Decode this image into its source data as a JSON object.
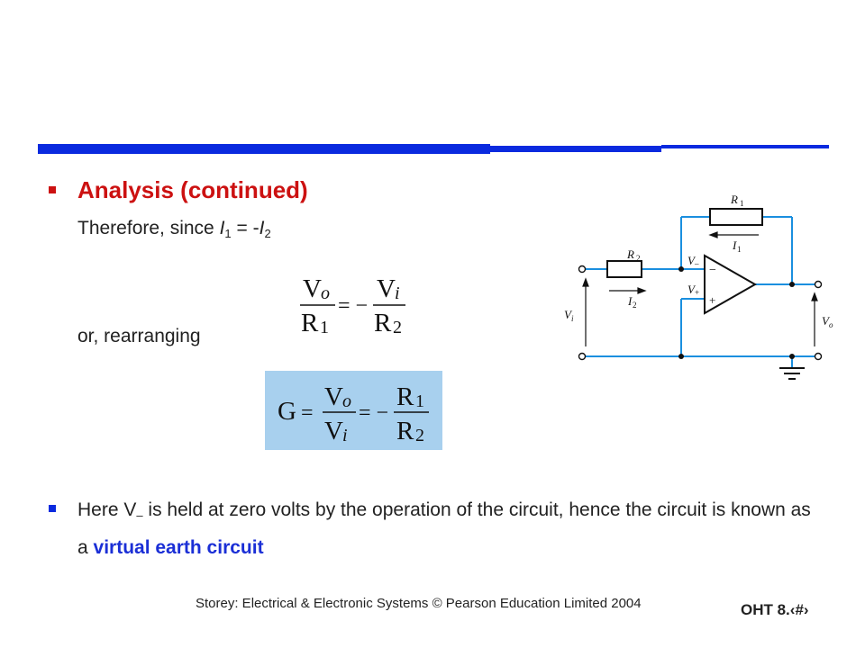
{
  "colors": {
    "accent_blue": "#0a2adf",
    "heading_red": "#cc1111",
    "emphasis_blue": "#1b2fd6",
    "box_fill": "#a8d0ee",
    "wire": "#1a8fdf"
  },
  "slide": {
    "heading": "Analysis (continued)",
    "line1": {
      "text": "Therefore, since ",
      "i1": "I",
      "s1": "1",
      "mid": " = -",
      "i2": "I",
      "s2": "2"
    },
    "line2": "or, rearranging",
    "eq1": {
      "vo_V": "V",
      "vo_o": "o",
      "r1_R": "R",
      "r1_1": "1",
      "eq": "= −",
      "vi_V": "V",
      "vi_i": "i",
      "r2_R": "R",
      "r2_2": "2"
    },
    "eq2": {
      "G": "G",
      "eq1": "=",
      "vo_V": "V",
      "vo_o": "o",
      "vi_V": "V",
      "vi_i": "i",
      "eq2": "= −",
      "r1_R": "R",
      "r1_1": "1",
      "r2_R": "R",
      "r2_2": "2"
    },
    "para": {
      "p1": "Here V",
      "sub": "–",
      "p2": " is held at zero volts by the operation of the circuit, hence the circuit is known as a ",
      "emph": "virtual earth circuit"
    }
  },
  "circuit": {
    "R1": "R",
    "R1s": "1",
    "R2": "R",
    "R2s": "2",
    "I1": "I",
    "I1s": "1",
    "I2": "I",
    "I2s": "2",
    "Vm": "V",
    "Vms": "–",
    "Vp": "V",
    "Vps": "+",
    "Vi": "V",
    "Vis": "i",
    "Vo": "V",
    "Vos": "o",
    "minus": "−",
    "plus": "+"
  },
  "footer": {
    "credit": "Storey: Electrical & Electronic Systems © Pearson Education Limited 2004",
    "number": "OHT 8.‹#›"
  }
}
